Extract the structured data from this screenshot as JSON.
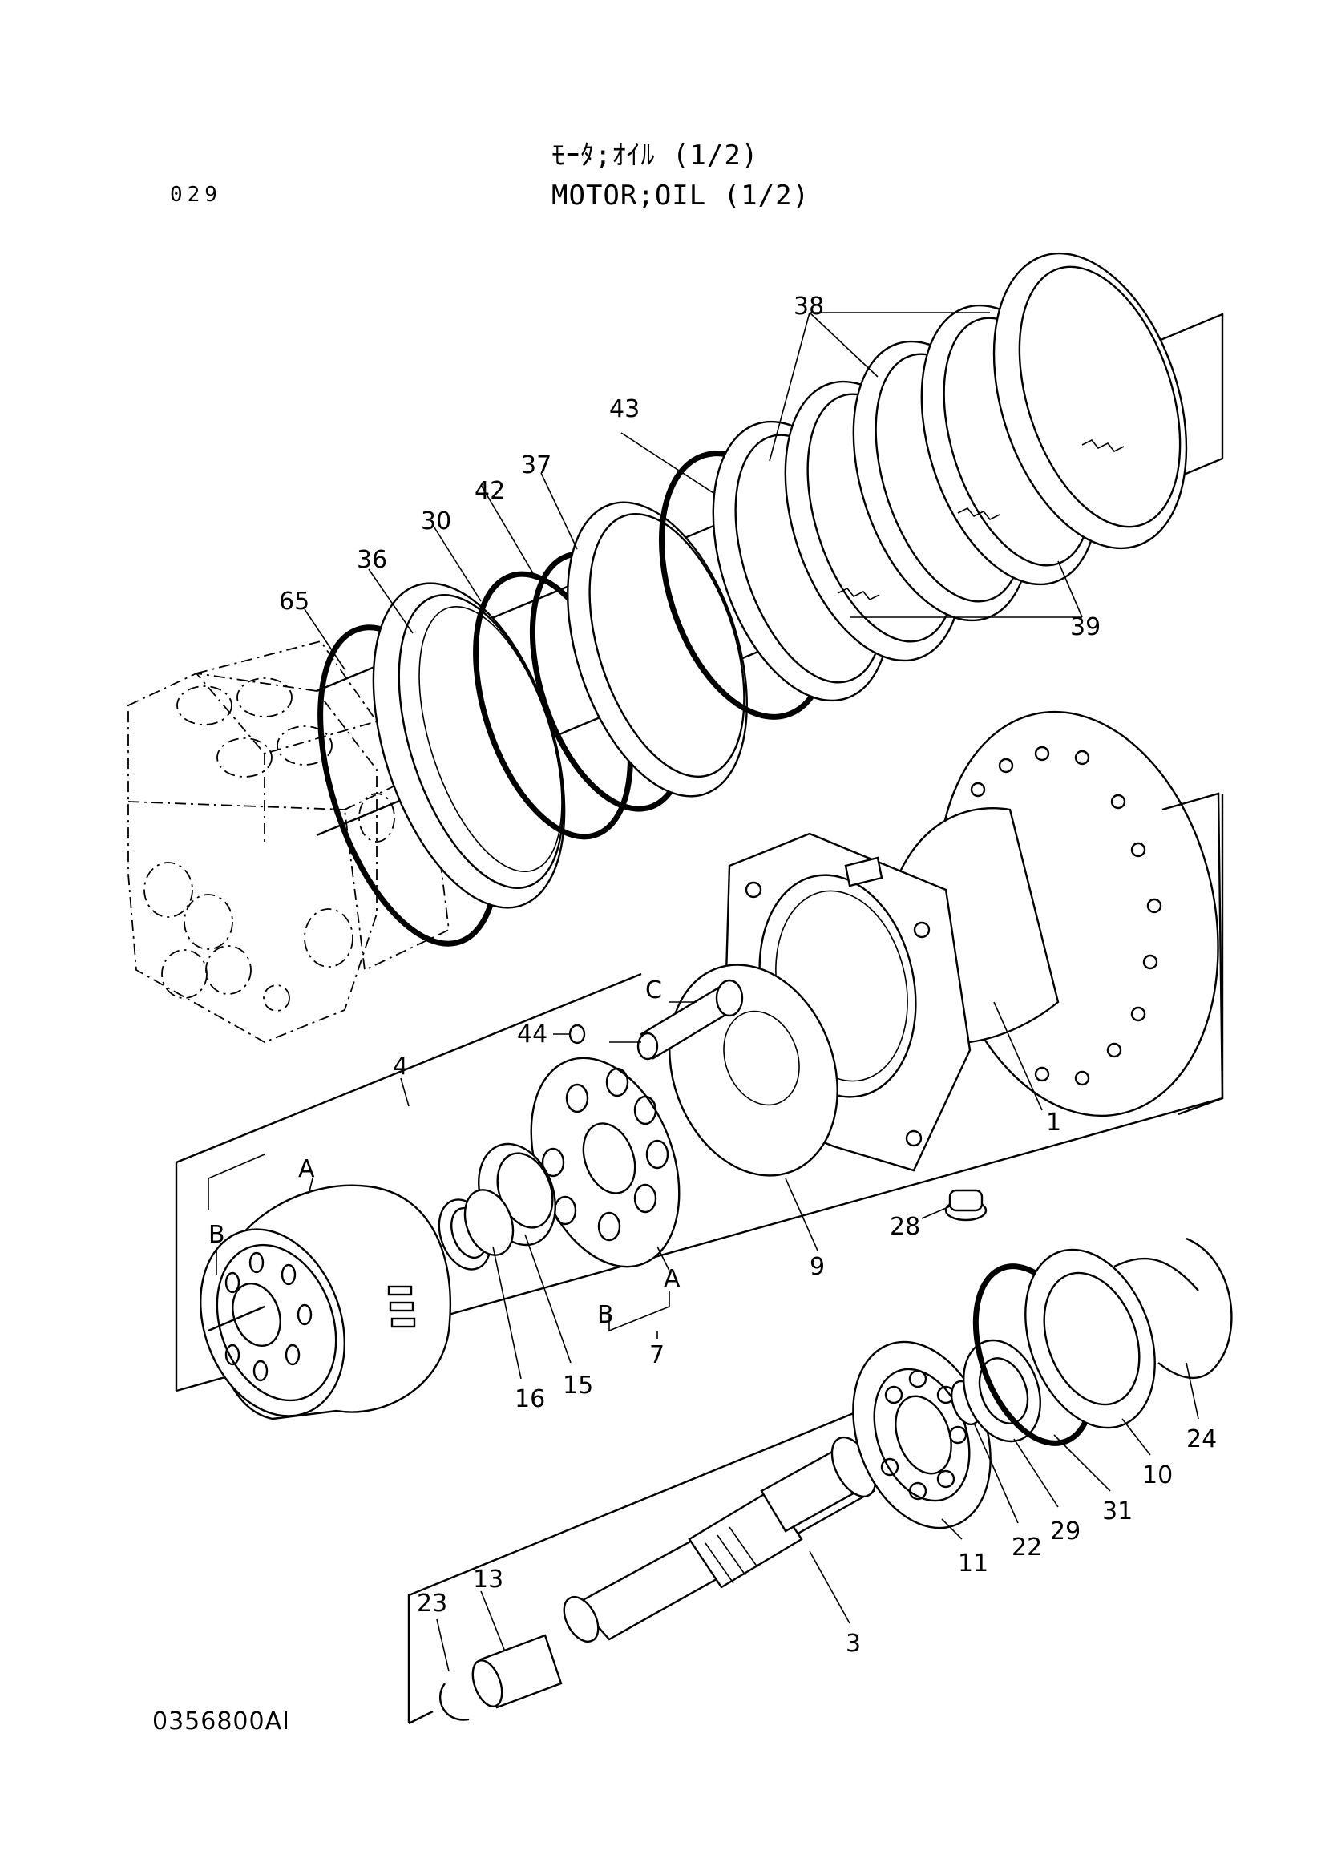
{
  "header": {
    "title_jp": "ﾓｰﾀ;ｵｲﾙ (1/2)",
    "title_en": "MOTOR;OIL (1/2)",
    "page_number": "029"
  },
  "figure_code": "0356800AI",
  "callouts": {
    "p1": "1",
    "p3": "3",
    "p4": "4",
    "p7": "7",
    "p9": "9",
    "p10": "10",
    "p11": "11",
    "p13": "13",
    "p15": "15",
    "p16": "16",
    "p22": "22",
    "p23": "23",
    "p24": "24",
    "p28": "28",
    "p29": "29",
    "p30": "30",
    "p31": "31",
    "p36": "36",
    "p37": "37",
    "p38": "38",
    "p39": "39",
    "p42": "42",
    "p43": "43",
    "p44": "44",
    "p65": "65",
    "A1": "A",
    "A2": "A",
    "B1": "B",
    "B2": "B",
    "C": "C"
  }
}
